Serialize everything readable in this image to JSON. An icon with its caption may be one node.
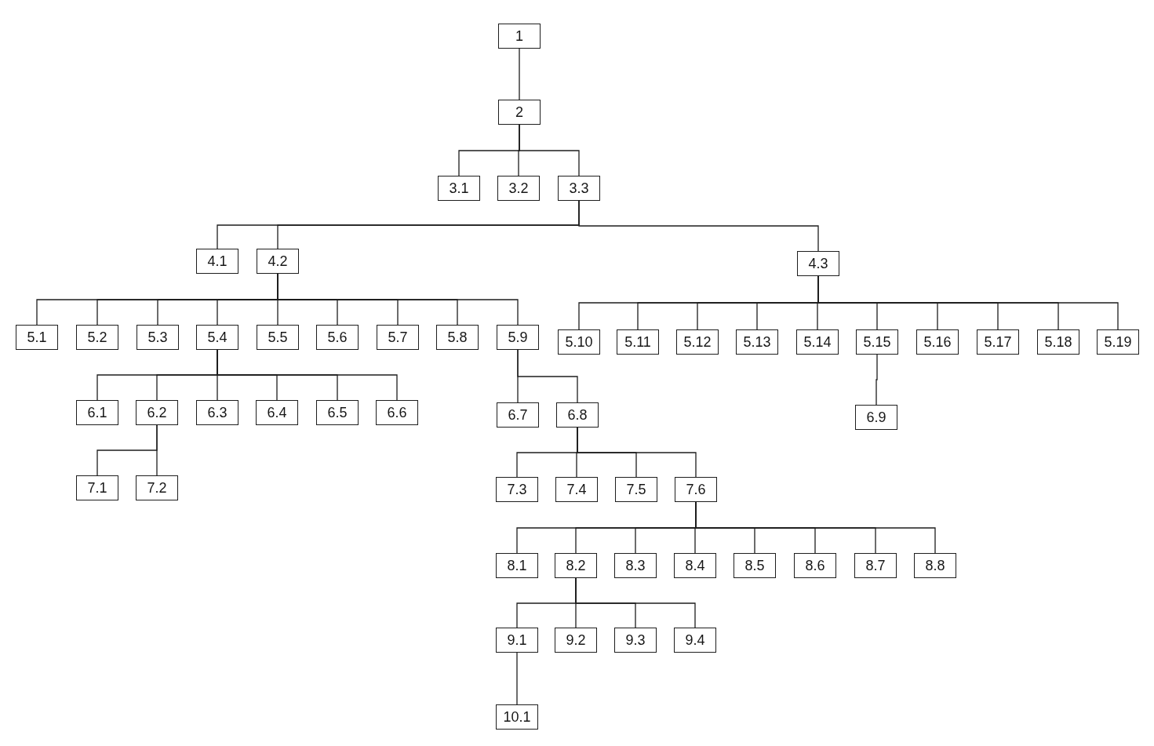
{
  "diagram": {
    "nodes": [
      {
        "text": [
          "1"
        ]
      },
      {
        "text": [
          "2"
        ]
      },
      {
        "text": [
          "3.1"
        ]
      },
      {
        "text": [
          "3.2"
        ]
      },
      {
        "text": [
          "3.3"
        ]
      },
      {
        "text": [
          "4.1"
        ]
      },
      {
        "text": [
          "4.2"
        ]
      },
      {
        "text": [
          "4.3"
        ]
      },
      {
        "text": [
          "5.1"
        ]
      },
      {
        "text": [
          "5.2"
        ]
      },
      {
        "text": [
          "5.3"
        ]
      },
      {
        "text": [
          "5.4"
        ]
      },
      {
        "text": [
          "5.5"
        ]
      },
      {
        "text": [
          "5.6"
        ]
      },
      {
        "text": [
          "5.7"
        ]
      },
      {
        "text": [
          "5.8"
        ]
      },
      {
        "text": [
          "5.9"
        ]
      },
      {
        "text": [
          "5.10"
        ]
      },
      {
        "text": [
          "5.11"
        ]
      },
      {
        "text": [
          "5.12"
        ]
      },
      {
        "text": [
          "5.13"
        ]
      },
      {
        "text": [
          "5.14"
        ]
      },
      {
        "text": [
          "5.15"
        ]
      },
      {
        "text": [
          "5.16"
        ]
      },
      {
        "text": [
          "5.17"
        ]
      },
      {
        "text": [
          "5.18"
        ]
      },
      {
        "text": [
          "5.19"
        ]
      },
      {
        "text": [
          "6.1"
        ]
      },
      {
        "text": [
          "6.2"
        ]
      },
      {
        "text": [
          "6.3"
        ]
      },
      {
        "text": [
          "6.4"
        ]
      },
      {
        "text": [
          "6.5"
        ]
      },
      {
        "text": [
          "6.6"
        ]
      },
      {
        "text": [
          "6.7"
        ]
      },
      {
        "text": [
          "6.8"
        ]
      },
      {
        "text": [
          "6.9"
        ]
      },
      {
        "text": [
          "7.1"
        ]
      },
      {
        "text": [
          "7.2"
        ]
      },
      {
        "text": [
          "7.3"
        ]
      },
      {
        "text": [
          "7.4"
        ]
      },
      {
        "text": [
          "7.5"
        ]
      },
      {
        "text": [
          "7.6"
        ]
      },
      {
        "text": [
          "8.1"
        ]
      },
      {
        "text": [
          "8.2"
        ]
      },
      {
        "text": [
          "8.3"
        ]
      },
      {
        "text": [
          "8.4"
        ]
      },
      {
        "text": [
          "8.5"
        ]
      },
      {
        "text": [
          "8.6"
        ]
      },
      {
        "text": [
          "8.7"
        ]
      },
      {
        "text": [
          "8.8"
        ]
      },
      {
        "text": [
          "9.1"
        ]
      },
      {
        "text": [
          "9.2"
        ]
      },
      {
        "text": [
          "9.3"
        ]
      },
      {
        "text": [
          "9.4"
        ]
      },
      {
        "text": [
          "10.1"
        ]
      }
    ],
    "edges": [
      {
        "from": 0,
        "to": 1,
        "arrow": "none"
      },
      {
        "from": 1,
        "to": 2,
        "arrow": "none"
      },
      {
        "from": 1,
        "to": 3,
        "arrow": "none"
      },
      {
        "from": 1,
        "to": 4,
        "arrow": "none"
      },
      {
        "from": 4,
        "to": 5,
        "arrow": "none"
      },
      {
        "from": 4,
        "to": 6,
        "arrow": "none"
      },
      {
        "from": 4,
        "to": 7,
        "arrow": "none"
      },
      {
        "from": 6,
        "to": 8,
        "arrow": "none"
      },
      {
        "from": 6,
        "to": 9,
        "arrow": "none"
      },
      {
        "from": 6,
        "to": 10,
        "arrow": "none"
      },
      {
        "from": 6,
        "to": 11,
        "arrow": "none"
      },
      {
        "from": 6,
        "to": 12,
        "arrow": "none"
      },
      {
        "from": 6,
        "to": 13,
        "arrow": "none"
      },
      {
        "from": 6,
        "to": 14,
        "arrow": "none"
      },
      {
        "from": 6,
        "to": 15,
        "arrow": "none"
      },
      {
        "from": 6,
        "to": 16,
        "arrow": "none"
      },
      {
        "from": 7,
        "to": 17,
        "arrow": "none"
      },
      {
        "from": 7,
        "to": 18,
        "arrow": "none"
      },
      {
        "from": 7,
        "to": 19,
        "arrow": "none"
      },
      {
        "from": 7,
        "to": 20,
        "arrow": "none"
      },
      {
        "from": 7,
        "to": 21,
        "arrow": "none"
      },
      {
        "from": 7,
        "to": 22,
        "arrow": "none"
      },
      {
        "from": 7,
        "to": 23,
        "arrow": "none"
      },
      {
        "from": 7,
        "to": 24,
        "arrow": "none"
      },
      {
        "from": 7,
        "to": 25,
        "arrow": "none"
      },
      {
        "from": 7,
        "to": 26,
        "arrow": "none"
      },
      {
        "from": 11,
        "to": 27,
        "arrow": "none"
      },
      {
        "from": 11,
        "to": 28,
        "arrow": "none"
      },
      {
        "from": 11,
        "to": 29,
        "arrow": "none"
      },
      {
        "from": 11,
        "to": 30,
        "arrow": "none"
      },
      {
        "from": 11,
        "to": 31,
        "arrow": "none"
      },
      {
        "from": 11,
        "to": 32,
        "arrow": "none"
      },
      {
        "from": 16,
        "to": 33,
        "arrow": "none"
      },
      {
        "from": 16,
        "to": 34,
        "arrow": "none"
      },
      {
        "from": 22,
        "to": 35,
        "arrow": "none"
      },
      {
        "from": 28,
        "to": 36,
        "arrow": "none"
      },
      {
        "from": 28,
        "to": 37,
        "arrow": "none"
      },
      {
        "from": 34,
        "to": 38,
        "arrow": "none"
      },
      {
        "from": 34,
        "to": 39,
        "arrow": "none"
      },
      {
        "from": 34,
        "to": 40,
        "arrow": "none"
      },
      {
        "from": 34,
        "to": 41,
        "arrow": "none"
      },
      {
        "from": 41,
        "to": 42,
        "arrow": "none"
      },
      {
        "from": 41,
        "to": 43,
        "arrow": "none"
      },
      {
        "from": 41,
        "to": 44,
        "arrow": "none"
      },
      {
        "from": 41,
        "to": 45,
        "arrow": "none"
      },
      {
        "from": 41,
        "to": 46,
        "arrow": "none"
      },
      {
        "from": 41,
        "to": 47,
        "arrow": "none"
      },
      {
        "from": 41,
        "to": 48,
        "arrow": "none"
      },
      {
        "from": 41,
        "to": 49,
        "arrow": "none"
      },
      {
        "from": 43,
        "to": 50,
        "arrow": "none"
      },
      {
        "from": 43,
        "to": 51,
        "arrow": "none"
      },
      {
        "from": 43,
        "to": 52,
        "arrow": "none"
      },
      {
        "from": 43,
        "to": 53,
        "arrow": "none"
      },
      {
        "from": 50,
        "to": 54,
        "arrow": "none"
      }
    ]
  }
}
